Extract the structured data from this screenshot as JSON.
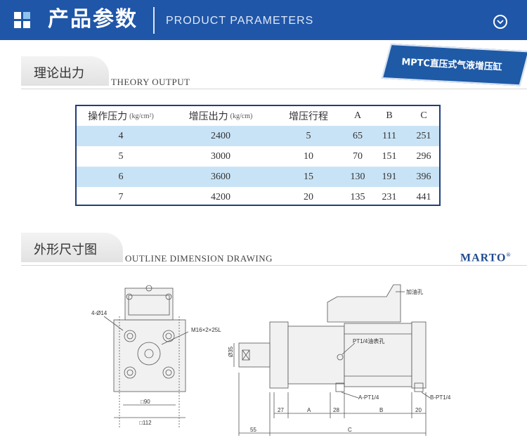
{
  "header": {
    "title": "产品参数",
    "subtitle": "PRODUCT PARAMETERS",
    "bg_color": "#1f56a8"
  },
  "badge": {
    "text": "MPTC直压式气液增压缸"
  },
  "section1": {
    "title": "理论出力",
    "subtitle": "THEORY OUTPUT"
  },
  "table": {
    "headers": [
      {
        "label": "操作压力",
        "unit": "(kg/cm²)"
      },
      {
        "label": "增压出力",
        "unit": "(kg/cm)"
      },
      {
        "label": "增压行程",
        "unit": ""
      },
      {
        "label": "A",
        "unit": ""
      },
      {
        "label": "B",
        "unit": ""
      },
      {
        "label": "C",
        "unit": ""
      }
    ],
    "rows": [
      [
        "4",
        "2400",
        "5",
        "65",
        "111",
        "251"
      ],
      [
        "5",
        "3000",
        "10",
        "70",
        "151",
        "296"
      ],
      [
        "6",
        "3600",
        "15",
        "130",
        "191",
        "396"
      ],
      [
        "7",
        "4200",
        "20",
        "135",
        "231",
        "441"
      ]
    ],
    "row_highlight_color": "#c9e3f6"
  },
  "section2": {
    "title": "外形尺寸图",
    "subtitle": "OUTLINE DIMENSION DRAWING"
  },
  "brand": {
    "name": "MARTO",
    "mark": "®"
  },
  "drawing_labels": {
    "hole": "4-Ø14",
    "thread": "M16×2×25L",
    "sq90": "□90",
    "sq112": "□112",
    "dia35": "Ø35",
    "oil_fill": "加油孔",
    "gauge_port": "PT1/4油表孔",
    "port_a": "A-PT1/4",
    "port_b": "B-PT1/4",
    "dim_27": "27",
    "dim_a": "A",
    "dim_28": "28",
    "dim_b": "B",
    "dim_20": "20",
    "dim_55": "55",
    "dim_c": "C"
  }
}
